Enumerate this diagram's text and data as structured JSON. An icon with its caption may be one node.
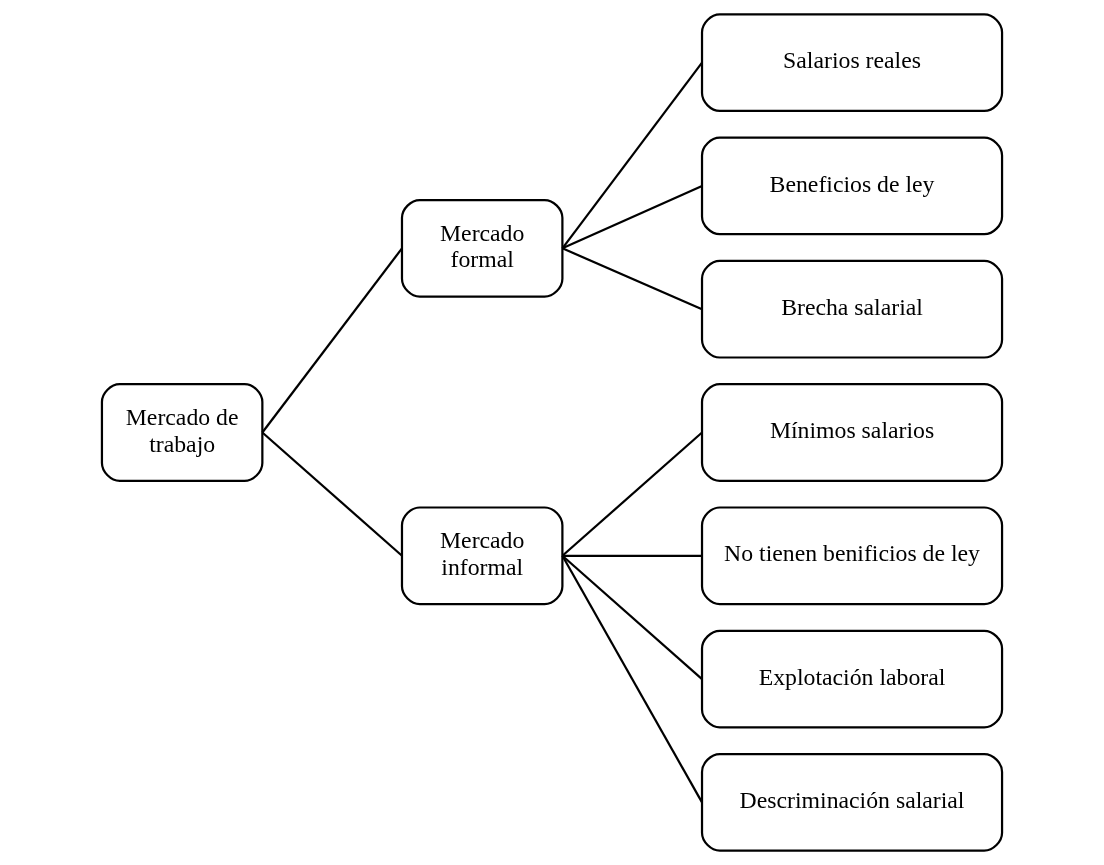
{
  "diagram": {
    "nodes": [
      {
        "text": [
          "Mercado de trabajo"
        ]
      },
      {
        "text": [
          "Mercado formal"
        ]
      },
      {
        "text": [
          "Salarios reales"
        ]
      },
      {
        "text": [
          "Beneficios de ley"
        ]
      },
      {
        "text": [
          "Brecha salarial"
        ]
      },
      {
        "text": [
          "Mercado informal"
        ]
      },
      {
        "text": [
          "Mínimos salarios"
        ]
      },
      {
        "text": [
          "No tienen benificios de ley"
        ]
      },
      {
        "text": [
          "Explotación laboral"
        ]
      },
      {
        "text": [
          "Descriminación salarial"
        ]
      }
    ],
    "edges": [
      {
        "from": 0,
        "to": 1,
        "arrow": "none"
      },
      {
        "from": 0,
        "to": 5,
        "arrow": "none"
      },
      {
        "from": 1,
        "to": 2,
        "arrow": "none"
      },
      {
        "from": 1,
        "to": 3,
        "arrow": "none"
      },
      {
        "from": 1,
        "to": 4,
        "arrow": "none"
      },
      {
        "from": 5,
        "to": 6,
        "arrow": "none"
      },
      {
        "from": 5,
        "to": 7,
        "arrow": "none"
      },
      {
        "from": 5,
        "to": 8,
        "arrow": "none"
      },
      {
        "from": 5,
        "to": 9,
        "arrow": "none"
      }
    ]
  }
}
